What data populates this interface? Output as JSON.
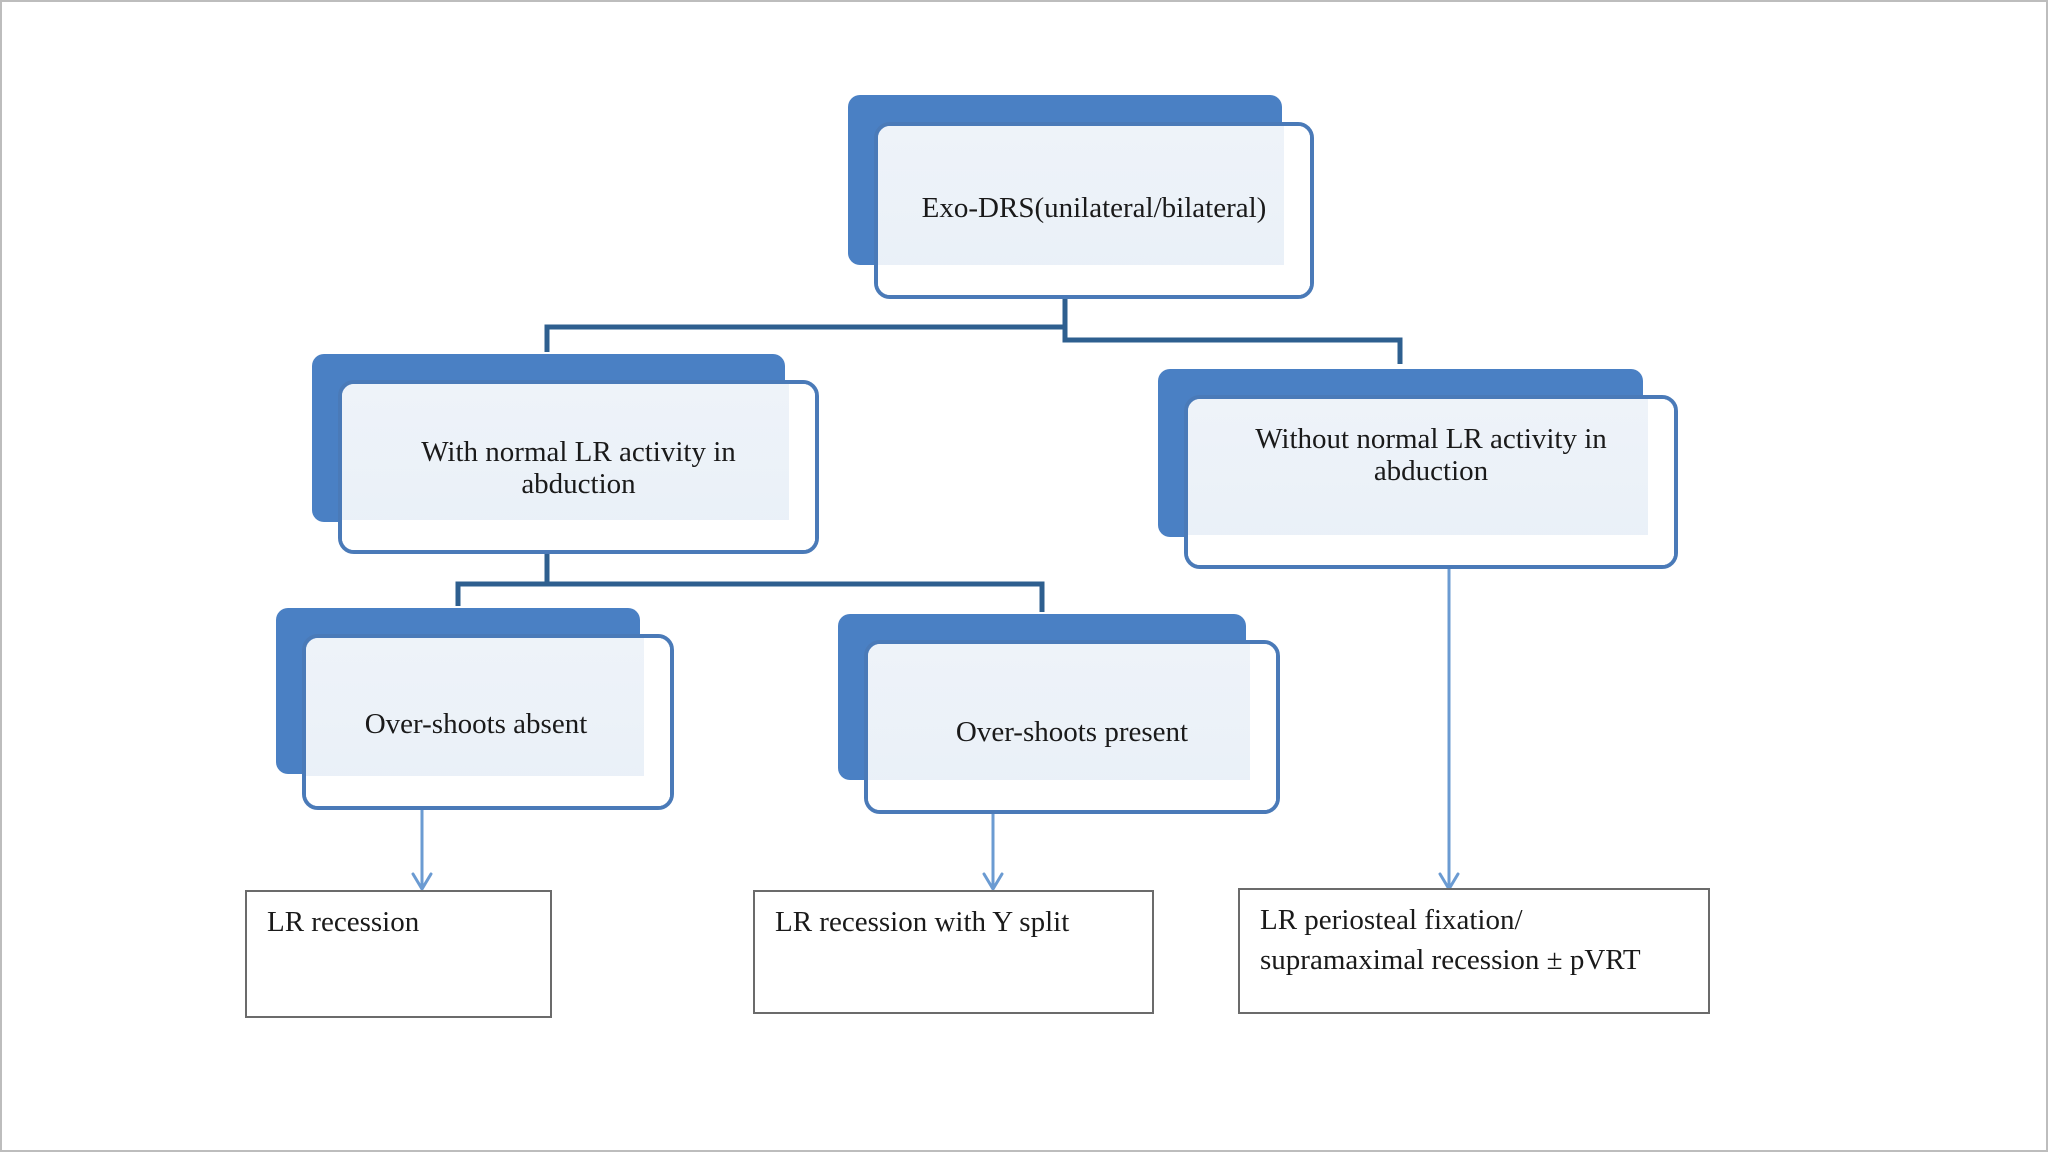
{
  "colors": {
    "box_shadow": "#4a80c4",
    "box_border": "#4a7ab8",
    "box_fill": "#eef3f9",
    "connector": "#2e5f8f",
    "arrow": "#6b9bd2",
    "leaf_border": "#6b6b6b"
  },
  "diagram": {
    "root": "Exo-DRS(unilateral/bilateral)",
    "branch_left": "With normal LR activity in abduction",
    "branch_right": "Without normal LR activity in abduction",
    "sub_left": "Over-shoots absent",
    "sub_right": "Over-shoots present",
    "leaf_1": "LR recession",
    "leaf_2": "LR recession with Y split",
    "leaf_3_line1": "LR periosteal fixation/",
    "leaf_3_line2": "supramaximal recession ± pVRT"
  }
}
